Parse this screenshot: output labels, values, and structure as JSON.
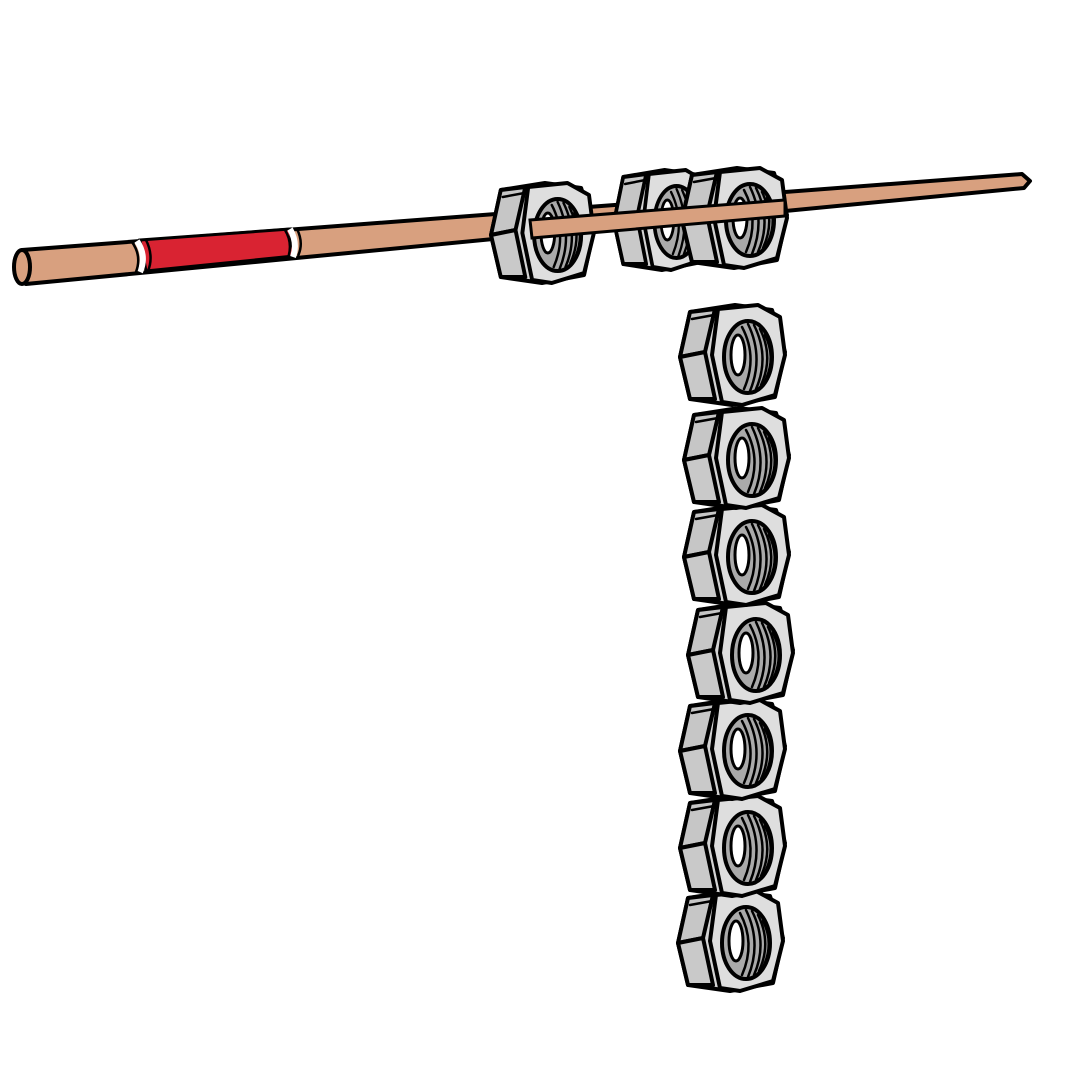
{
  "scene": {
    "background_color": "#ffffff",
    "outline_color": "#000000"
  },
  "rod": {
    "color": "#d8a07f",
    "marked_segment_color": "#d92332",
    "marked_segment_border_color": "#ffffff",
    "nuts_on_rod": 3
  },
  "nuts": {
    "color_light": "#d9d9d9",
    "color_mid": "#c4c4c4",
    "thread_color": "#a9a9a9",
    "stacked_count": 7,
    "total_count": 10
  }
}
